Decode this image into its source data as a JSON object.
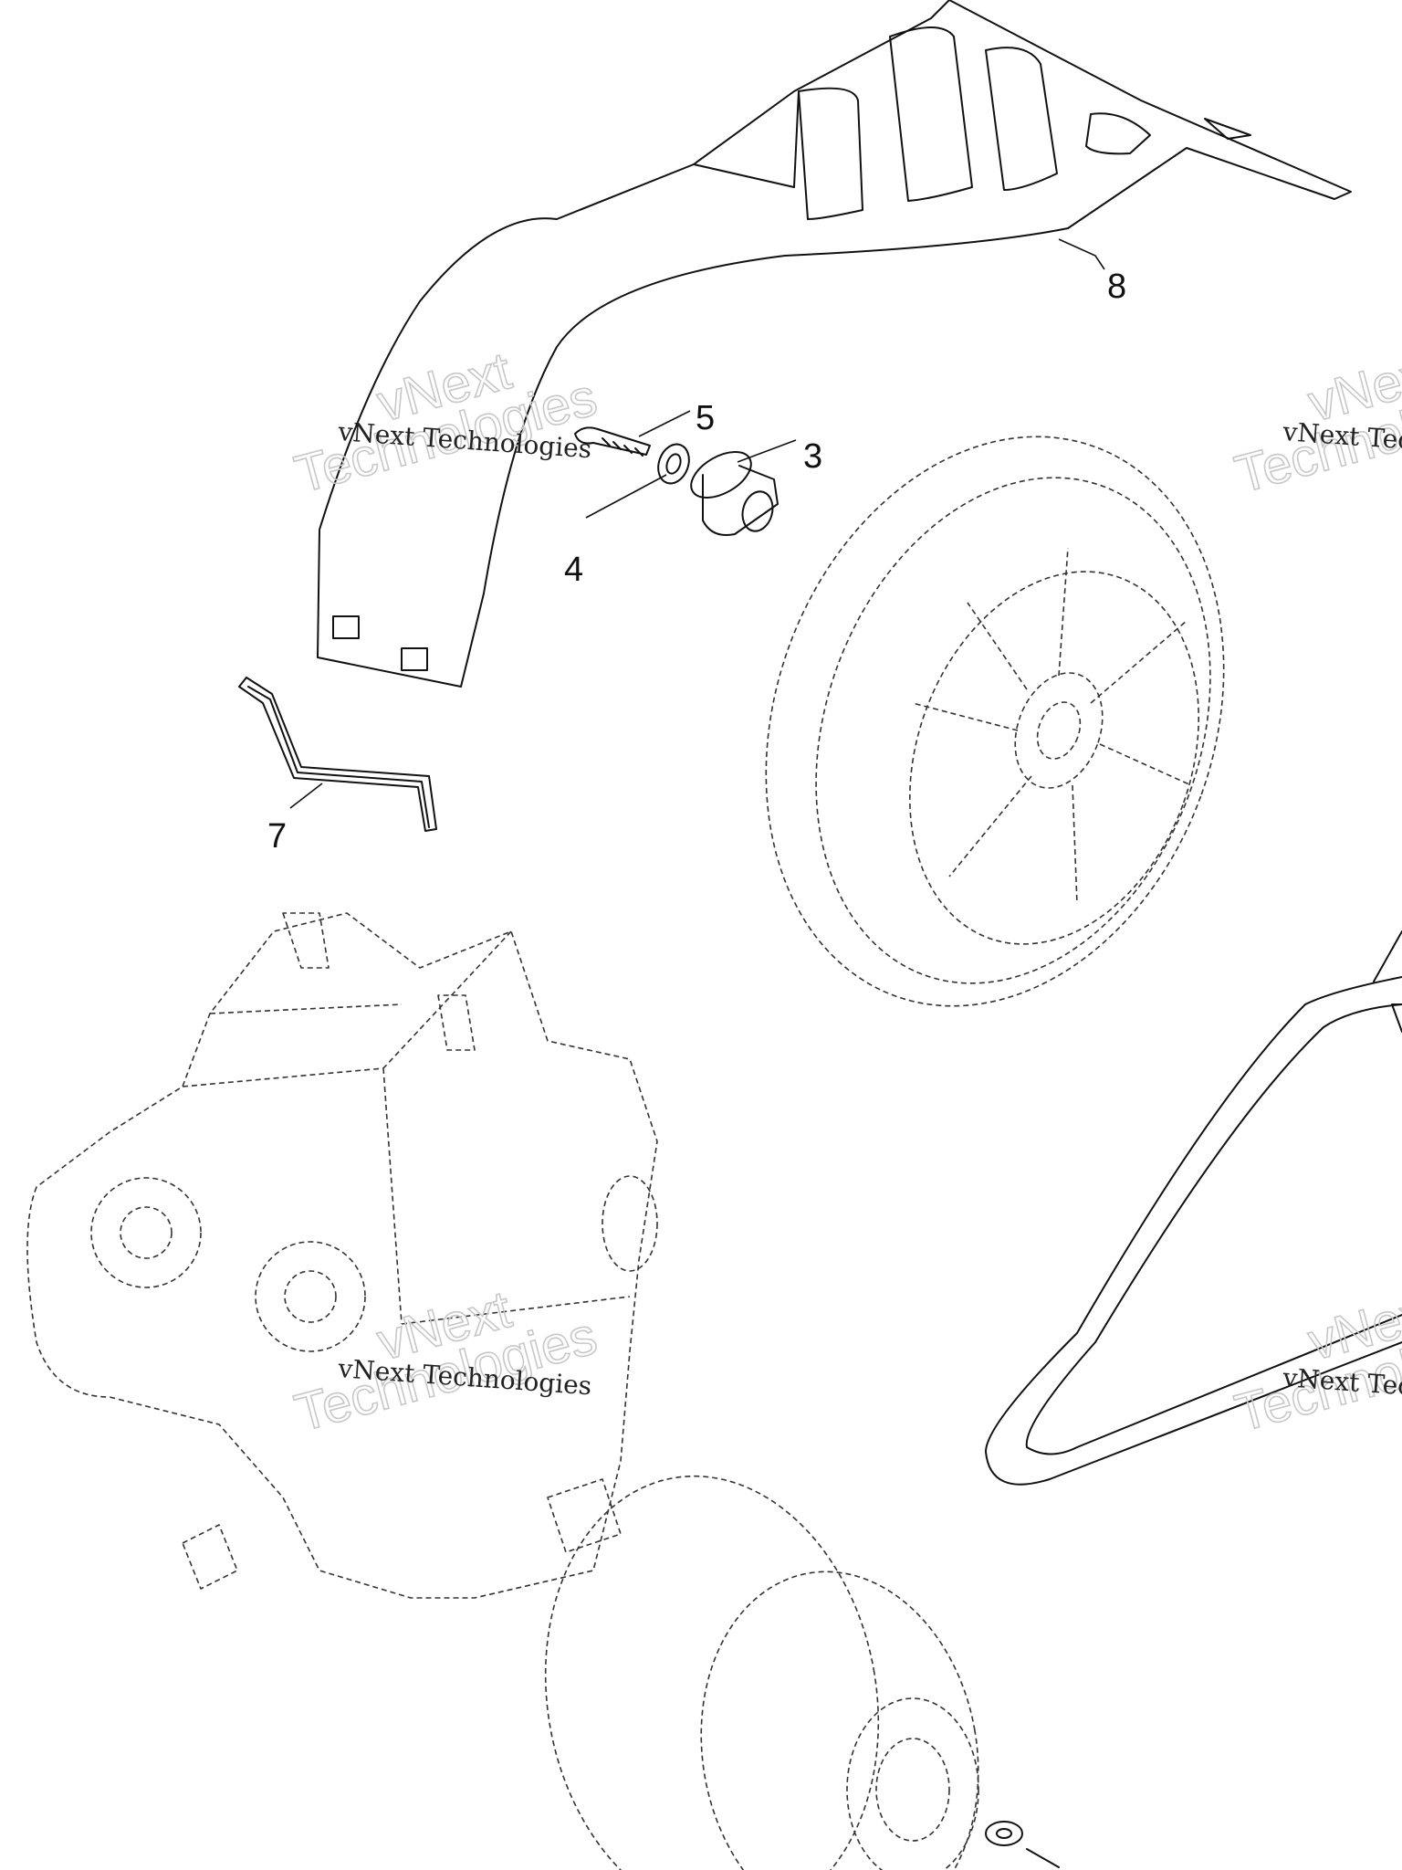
{
  "diagram": {
    "callouts": [
      {
        "id": "8",
        "label": "8"
      },
      {
        "id": "5",
        "label": "5"
      },
      {
        "id": "3",
        "label": "3"
      },
      {
        "id": "4",
        "label": "4"
      },
      {
        "id": "7",
        "label": "7"
      }
    ],
    "watermark": {
      "line_brand": "vNext Technologies",
      "word_a": "vNext",
      "word_b": "Technologies"
    }
  }
}
